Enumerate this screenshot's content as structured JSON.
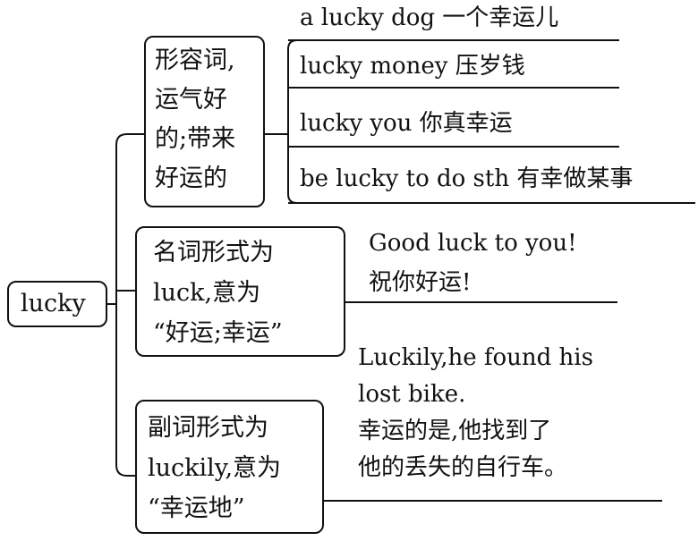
{
  "root": {
    "label": "lucky"
  },
  "branches": [
    {
      "box_lines": [
        "形容词,",
        "运气好",
        "的;带来",
        "好运的"
      ],
      "items": [
        "a lucky dog 一个幸运儿",
        "lucky money 压岁钱",
        "lucky you 你真幸运",
        "be lucky to do sth 有幸做某事"
      ]
    },
    {
      "box_lines": [
        "名词形式为",
        "luck,意为",
        "“好运;幸运”"
      ],
      "example": [
        "Good luck to you!",
        "祝你好运!"
      ]
    },
    {
      "box_lines": [
        "副词形式为",
        "luckily,意为",
        "“幸运地”"
      ],
      "example": [
        "Luckily,he found his",
        "lost bike.",
        "幸运的是,他找到了",
        "他的丢失的自行车。"
      ]
    }
  ]
}
